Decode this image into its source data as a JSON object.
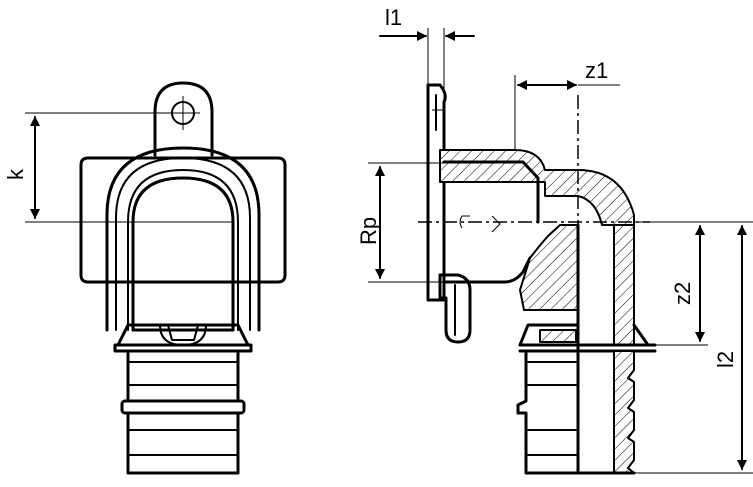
{
  "labels": {
    "k": "k",
    "l1": "l1",
    "z1": "z1",
    "rp": "Rp",
    "z2": "z2",
    "l2": "l2"
  },
  "colors": {
    "line": "#000000",
    "background": "#ffffff"
  }
}
